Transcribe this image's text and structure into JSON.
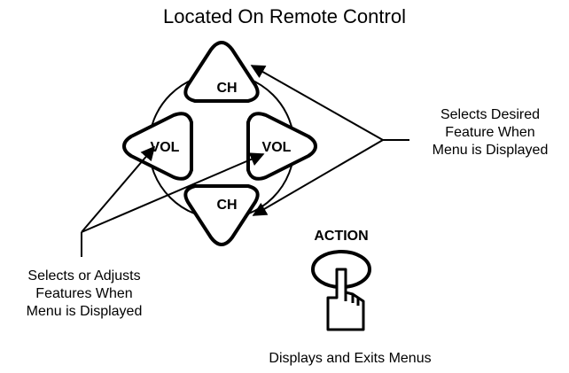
{
  "title": "Located On Remote Control",
  "buttons": {
    "ch_up": "CH",
    "ch_down": "CH",
    "vol_left": "VOL",
    "vol_right": "VOL",
    "action": "ACTION"
  },
  "labels": {
    "right_desc": [
      "Selects Desired",
      "Feature When",
      "Menu is Displayed"
    ],
    "left_desc": [
      "Selects or Adjusts",
      "Features When",
      "Menu is Displayed"
    ],
    "action_desc": "Displays and Exits Menus"
  }
}
